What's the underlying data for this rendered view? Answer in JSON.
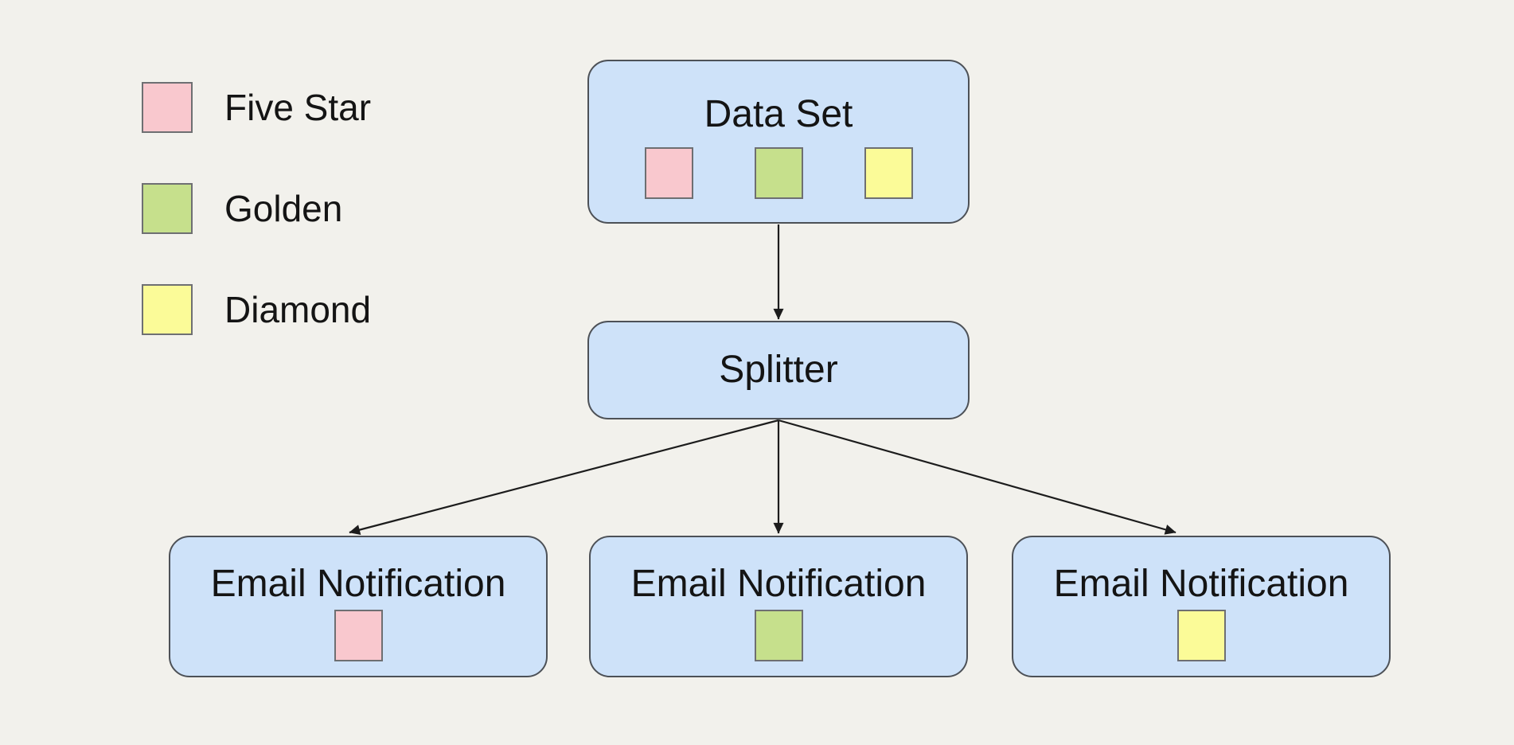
{
  "diagram": {
    "type": "flowchart"
  },
  "colors": {
    "background": "#F2F1EC",
    "node_fill": "#CEE2F9",
    "node_border": "#4D5157",
    "arrow": "#1C1C1C",
    "five_star": "#F9C8CE",
    "golden": "#C6E08C",
    "diamond": "#FBFB98"
  },
  "legend": {
    "items": [
      {
        "name": "five-star",
        "label": "Five Star",
        "color": "#F9C8CE"
      },
      {
        "name": "golden",
        "label": "Golden",
        "color": "#C6E08C"
      },
      {
        "name": "diamond",
        "label": "Diamond",
        "color": "#FBFB98"
      }
    ]
  },
  "nodes": {
    "data_set": {
      "label": "Data Set",
      "squares": [
        "#F9C8CE",
        "#C6E08C",
        "#FBFB98"
      ]
    },
    "splitter": {
      "label": "Splitter"
    },
    "email_left": {
      "label": "Email Notification",
      "square": "#F9C8CE"
    },
    "email_middle": {
      "label": "Email Notification",
      "square": "#C6E08C"
    },
    "email_right": {
      "label": "Email Notification",
      "square": "#FBFB98"
    }
  },
  "connections": [
    {
      "from": "Data Set",
      "to": "Splitter"
    },
    {
      "from": "Splitter",
      "to": "Email Notification (Five Star)"
    },
    {
      "from": "Splitter",
      "to": "Email Notification (Golden)"
    },
    {
      "from": "Splitter",
      "to": "Email Notification (Diamond)"
    }
  ]
}
